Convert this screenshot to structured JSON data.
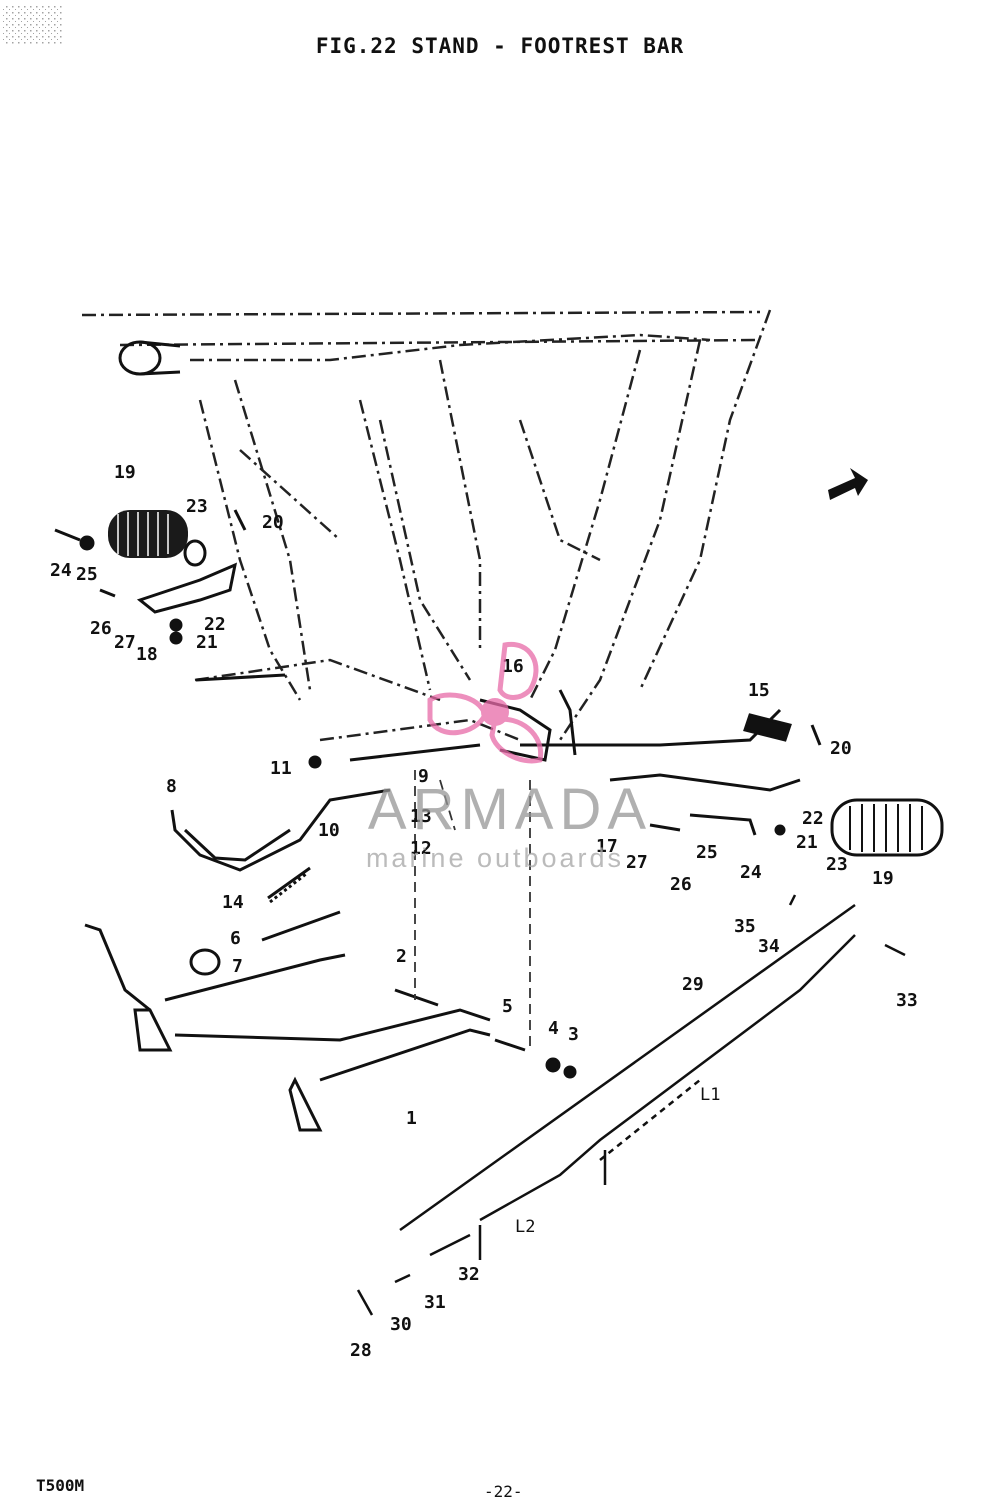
{
  "title": "FIG.22  STAND - FOOTREST BAR",
  "footer": {
    "model": "T500M",
    "page": "-22-"
  },
  "watermark": {
    "brand": "ARMADA",
    "subtitle": "marine outboards",
    "color": "#e86aa8"
  },
  "dimensions": {
    "l1": "L1",
    "l2": "L2"
  },
  "callouts": [
    {
      "id": "c-19a",
      "text": "19"
    },
    {
      "id": "c-23a",
      "text": "23"
    },
    {
      "id": "c-20a",
      "text": "20"
    },
    {
      "id": "c-24a",
      "text": "24"
    },
    {
      "id": "c-25a",
      "text": "25"
    },
    {
      "id": "c-26a",
      "text": "26"
    },
    {
      "id": "c-27a",
      "text": "27"
    },
    {
      "id": "c-18",
      "text": "18"
    },
    {
      "id": "c-22a",
      "text": "22"
    },
    {
      "id": "c-21a",
      "text": "21"
    },
    {
      "id": "c-16",
      "text": "16"
    },
    {
      "id": "c-15",
      "text": "15"
    },
    {
      "id": "c-20b",
      "text": "20"
    },
    {
      "id": "c-11",
      "text": "11"
    },
    {
      "id": "c-9",
      "text": "9"
    },
    {
      "id": "c-8",
      "text": "8"
    },
    {
      "id": "c-10",
      "text": "10"
    },
    {
      "id": "c-13",
      "text": "13"
    },
    {
      "id": "c-12",
      "text": "12"
    },
    {
      "id": "c-17",
      "text": "17"
    },
    {
      "id": "c-27b",
      "text": "27"
    },
    {
      "id": "c-26b",
      "text": "26"
    },
    {
      "id": "c-25b",
      "text": "25"
    },
    {
      "id": "c-24b",
      "text": "24"
    },
    {
      "id": "c-22b",
      "text": "22"
    },
    {
      "id": "c-21b",
      "text": "21"
    },
    {
      "id": "c-23b",
      "text": "23"
    },
    {
      "id": "c-19b",
      "text": "19"
    },
    {
      "id": "c-14",
      "text": "14"
    },
    {
      "id": "c-6",
      "text": "6"
    },
    {
      "id": "c-7",
      "text": "7"
    },
    {
      "id": "c-2",
      "text": "2"
    },
    {
      "id": "c-5",
      "text": "5"
    },
    {
      "id": "c-4",
      "text": "4"
    },
    {
      "id": "c-3",
      "text": "3"
    },
    {
      "id": "c-1",
      "text": "1"
    },
    {
      "id": "c-35",
      "text": "35"
    },
    {
      "id": "c-34",
      "text": "34"
    },
    {
      "id": "c-33",
      "text": "33"
    },
    {
      "id": "c-29",
      "text": "29"
    },
    {
      "id": "c-32",
      "text": "32"
    },
    {
      "id": "c-31",
      "text": "31"
    },
    {
      "id": "c-30",
      "text": "30"
    },
    {
      "id": "c-28",
      "text": "28"
    }
  ]
}
